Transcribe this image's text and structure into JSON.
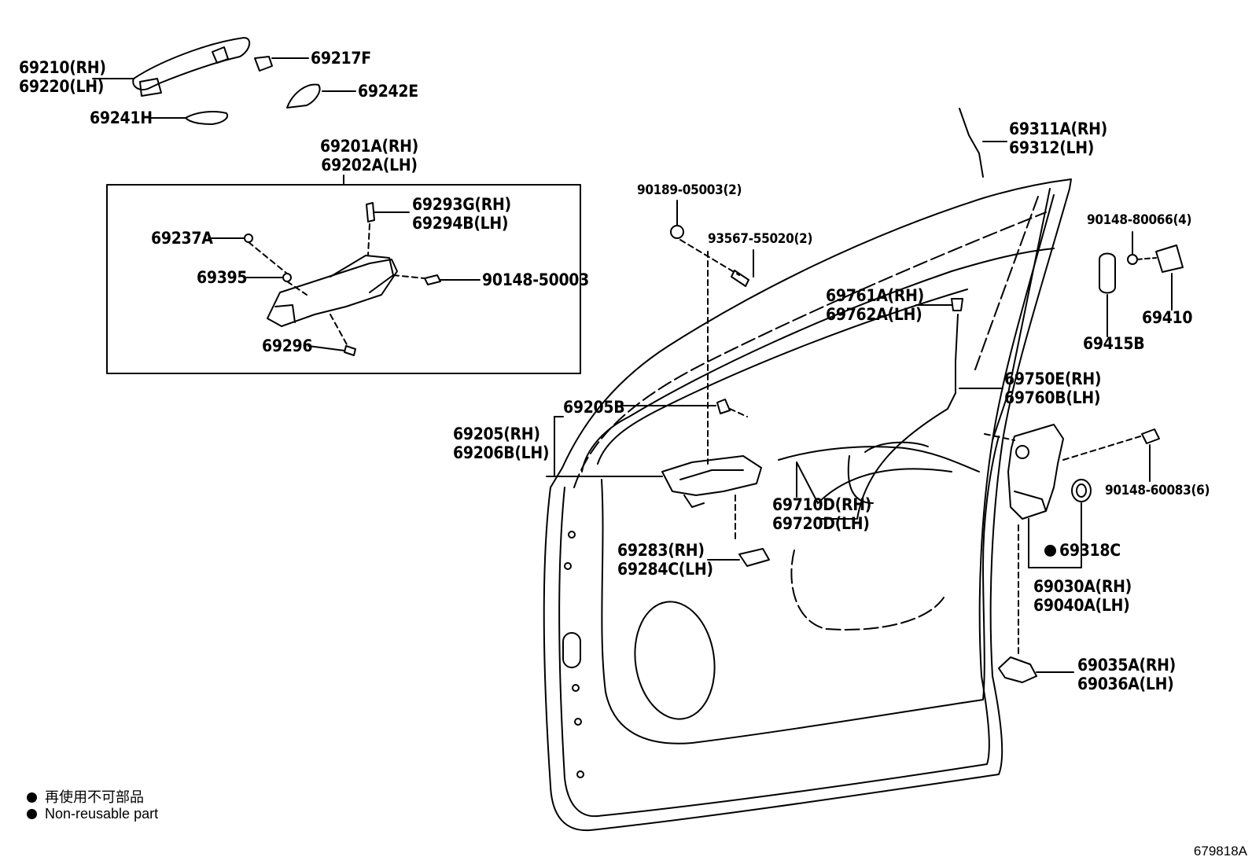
{
  "labels": {
    "p69210": "69210(RH)",
    "p69220": "69220(LH)",
    "p69217F": "69217F",
    "p69242E": "69242E",
    "p69241H": "69241H",
    "p69201A": "69201A(RH)",
    "p69202A": "69202A(LH)",
    "p69293G": "69293G(RH)",
    "p69294B": "69294B(LH)",
    "p69237A": "69237A",
    "p69395": "69395",
    "p90148_50003": "90148-50003",
    "p69296": "69296",
    "p90189": "90189-05003(2)",
    "p93567": "93567-55020(2)",
    "p69311A": "69311A(RH)",
    "p69312": "69312(LH)",
    "p90148_80066": "90148-80066(4)",
    "p69410": "69410",
    "p69415B": "69415B",
    "p69761A": "69761A(RH)",
    "p69762A": "69762A(LH)",
    "p69750E": "69750E(RH)",
    "p69760B": "69760B(LH)",
    "p69205B": "69205B",
    "p69205": "69205(RH)",
    "p69206B": "69206B(LH)",
    "p69710D": "69710D(RH)",
    "p69720D": "69720D(LH)",
    "p90148_60083": "90148-60083(6)",
    "p69318C": "69318C",
    "p69283": "69283(RH)",
    "p69284C": "69284C(LH)",
    "p69030A": "69030A(RH)",
    "p69040A": "69040A(LH)",
    "p69035A": "69035A(RH)",
    "p69036A": "69036A(LH)"
  },
  "legend": {
    "japanese": "再使用不可部品",
    "english": "Non-reusable part"
  },
  "diagram_code": "679818A"
}
